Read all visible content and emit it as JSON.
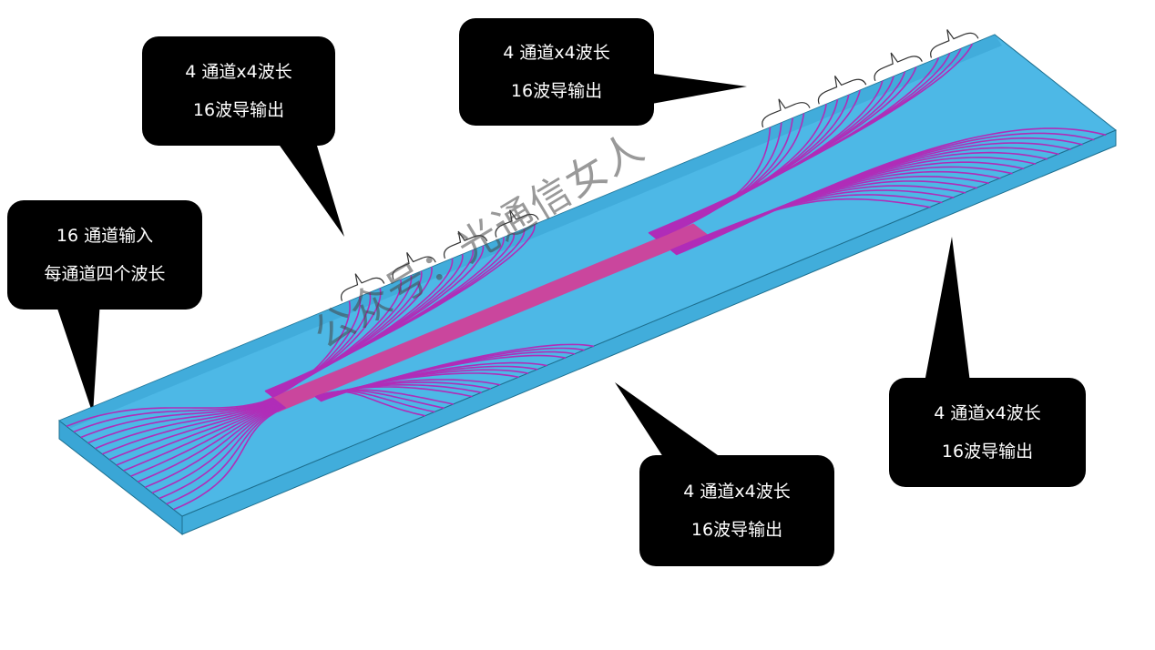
{
  "callouts": [
    {
      "line1": "16 通道输入",
      "line2": "每通道四个波长"
    },
    {
      "line1": "4 通道x4波长",
      "line2": "16波导输出"
    },
    {
      "line1": "4 通道x4波长",
      "line2": "16波导输出"
    },
    {
      "line1": "4 通道x4波长",
      "line2": "16波导输出"
    },
    {
      "line1": "4 通道x4波长",
      "line2": "16波导输出"
    }
  ],
  "watermark": "公众号：光通信女人",
  "colors": {
    "substrate": "#4db8e6",
    "substrate_side": "#3aa6d6",
    "waveguide": "#b02db8",
    "bus": "#e0318f",
    "callout": "#000000"
  }
}
